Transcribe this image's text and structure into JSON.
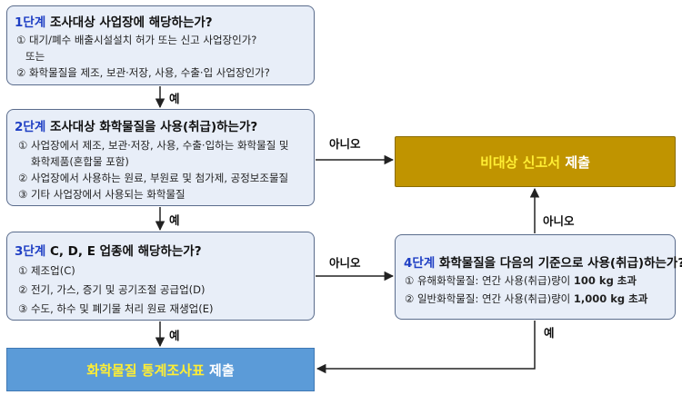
{
  "stage1": {
    "step": "1단계",
    "question": "조사대상 사업장에 해당하는가?",
    "items": [
      "① 대기/폐수 배출시설설치 허가 또는 신고 사업장인가?",
      "또는",
      "② 화학물질을 제조, 보관·저장, 사용, 수출·입 사업장인가?"
    ]
  },
  "stage2": {
    "step": "2단계",
    "question": "조사대상 화학물질을 사용(취급)하는가?",
    "items": [
      "① 사업장에서 제조, 보관·저장, 사용, 수출·입하는 화학물질 및",
      "화학제품(혼합물 포함)",
      "② 사업장에서 사용하는 원료, 부원료 및 첨가제, 공정보조물질",
      "③ 기타 사업장에서 사용되는 화학물질"
    ]
  },
  "stage3": {
    "step": "3단계",
    "question": "C, D, E 업종에 해당하는가?",
    "items": [
      "① 제조업(C)",
      "② 전기, 가스, 증기 및 공기조절 공급업(D)",
      "③ 수도, 하수 및 폐기물 처리 원료 재생업(E)"
    ]
  },
  "stage4": {
    "step": "4단계",
    "question": "화학물질을 다음의 기준으로 사용(취급)하는가?",
    "item1_prefix": "① 유해화학물질: 연간 사용(취급)량이 ",
    "item1_value": "100 kg 초과",
    "item2_prefix": "② 일반화학물질: 연간 사용(취급)량이 ",
    "item2_value": "1,000 kg 초과"
  },
  "outcomes": {
    "non_target_highlight": "비대상 신고서",
    "non_target_suffix": " 제출",
    "stats_highlight": "화학물질 통계조사표",
    "stats_suffix": " 제출"
  },
  "labels": {
    "yes1": "예",
    "yes2": "예",
    "yes3": "예",
    "yes4": "예",
    "no1": "아니오",
    "no2": "아니오",
    "no3": "아니오"
  },
  "colors": {
    "step_text": "#1f3fc4",
    "box_fill": "#e8eef8",
    "non_target_fill": "#c09400",
    "stats_fill": "#5b9bd8",
    "highlight_text": "#ffee33"
  }
}
